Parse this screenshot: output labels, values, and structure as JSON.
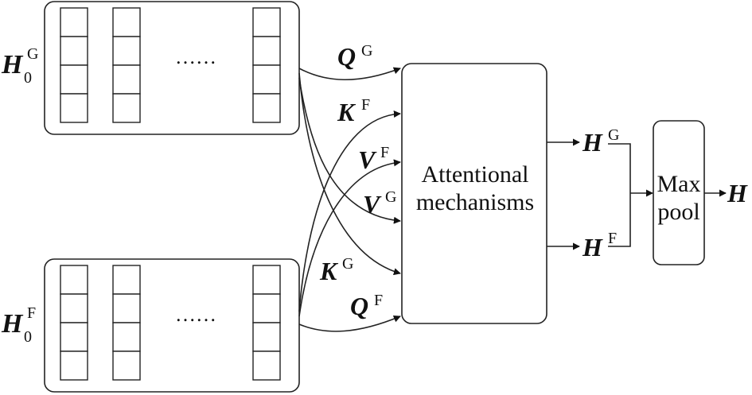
{
  "inputs": {
    "top": {
      "symbol": "H",
      "sub": "0",
      "sup": "G",
      "ellipsis": "……"
    },
    "bottom": {
      "symbol": "H",
      "sub": "0",
      "sup": "F",
      "ellipsis": "……"
    }
  },
  "edges": {
    "q_g": {
      "symbol": "Q",
      "sup": "G"
    },
    "k_f": {
      "symbol": "K",
      "sup": "F"
    },
    "v_f": {
      "symbol": "V",
      "sup": "F"
    },
    "v_g": {
      "symbol": "V",
      "sup": "G"
    },
    "k_g": {
      "symbol": "K",
      "sup": "G"
    },
    "q_f": {
      "symbol": "Q",
      "sup": "F"
    }
  },
  "attention": {
    "line1": "Attentional",
    "line2": "mechanisms"
  },
  "outputs": {
    "h_g": {
      "symbol": "H",
      "sup": "G"
    },
    "h_f": {
      "symbol": "H",
      "sup": "F"
    }
  },
  "maxpool": {
    "line1": "Max",
    "line2": "pool"
  },
  "final": {
    "symbol": "H"
  }
}
